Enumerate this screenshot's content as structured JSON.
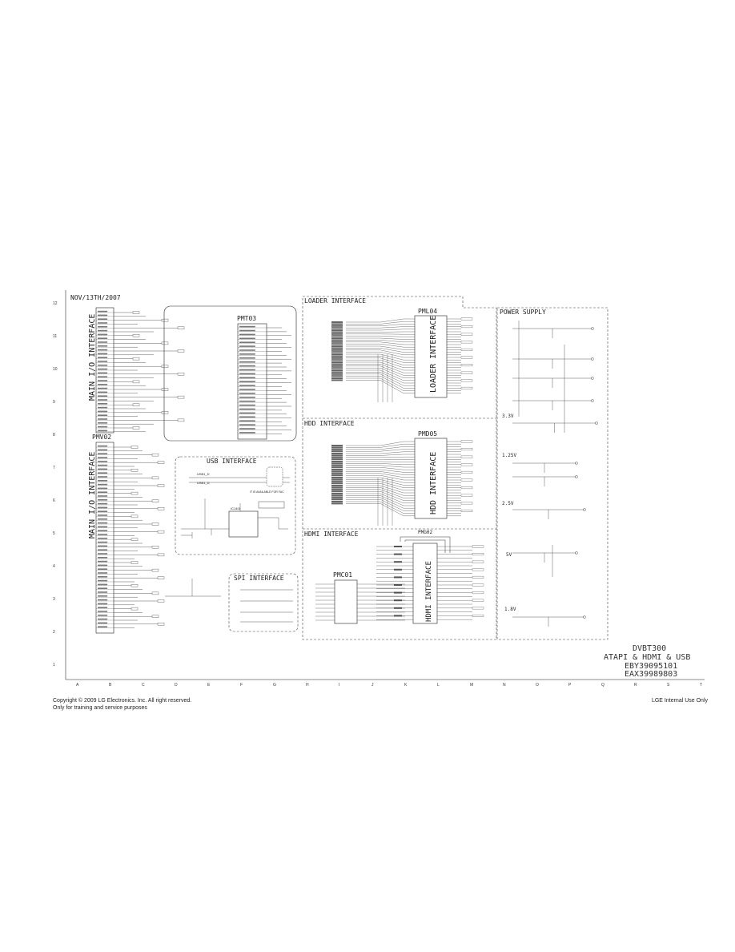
{
  "sheet": {
    "date": "NOV/13TH/2007",
    "row_labels": [
      "12",
      "11",
      "10",
      "9",
      "8",
      "7",
      "6",
      "5",
      "4",
      "3",
      "2",
      "1"
    ],
    "column_labels": [
      "A",
      "B",
      "C",
      "D",
      "E",
      "F",
      "G",
      "H",
      "I",
      "J",
      "K",
      "L",
      "M",
      "N",
      "O",
      "P",
      "Q",
      "R",
      "S",
      "T"
    ]
  },
  "sections": {
    "main_io_1": "MAIN I/O INTERFACE",
    "main_io_2": "MAIN I/O INTERFACE",
    "loader": "LOADER INTERFACE",
    "hdd": "HDD INTERFACE",
    "hdmi": "HDMI INTERFACE",
    "power": "POWER SUPPLY",
    "usb": "USB INTERFACE",
    "spi": "SPI INTERFACE"
  },
  "connectors": {
    "pmt03": "PMT03",
    "pmv02": "PMV02",
    "pml04": "PML04",
    "pmd05": "PMD05",
    "pmg02": "PMG02",
    "pmc01": "PMC01",
    "hdmi_inner": "HDMI INTERFACE",
    "loader_inner": "LOADER INTERFACE",
    "hdd_inner": "HDD INTERFACE"
  },
  "usb": {
    "port1": "USB1_D",
    "port2": "USB1_D",
    "note1": "IT IS AVAILABLE FOR FAC",
    "ic_label": "IC1401"
  },
  "power_rails": {
    "v33": "3.3V",
    "v125": "1.25V",
    "v25": "2.5V",
    "v5": "5V",
    "v18": "1.8V"
  },
  "title_block": {
    "model": "DVBT300",
    "subtitle": "ATAPI & HDMI & USB",
    "code1": "EBY39095101",
    "code2": "EAX39989803"
  },
  "footer": {
    "copyright": "Copyright © 2009 LG Electronics. Inc. All right reserved.",
    "training": "Only for training and service purposes",
    "internal": "LGE Internal Use Only"
  }
}
